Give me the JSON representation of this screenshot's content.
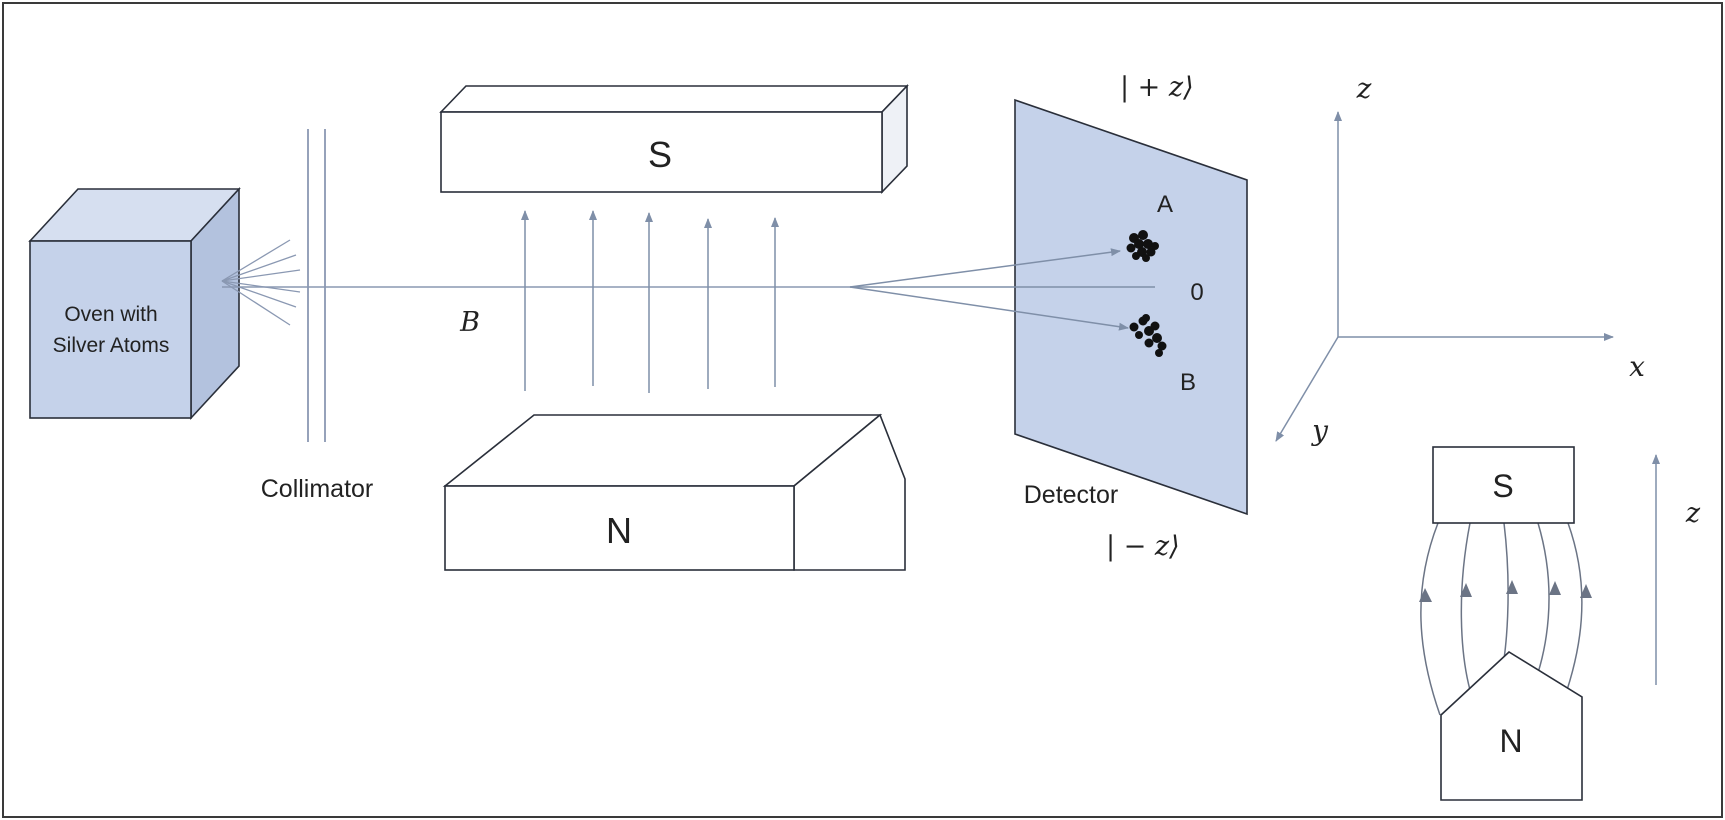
{
  "oven": {
    "label_line1": "Oven with",
    "label_line2": "Silver Atoms"
  },
  "collimator": {
    "label": "Collimator"
  },
  "magnet_main": {
    "south_label": "S",
    "north_label": "N"
  },
  "field_label": "B",
  "detector": {
    "label": "Detector",
    "spot_a": "A",
    "spot_b": "B",
    "center": "0",
    "ket_plus": "| + z⟩",
    "ket_minus": "| − z⟩"
  },
  "axes": {
    "z": "z",
    "x": "x",
    "y": "y"
  },
  "inset": {
    "south_label": "S",
    "north_label": "N",
    "axis": "z"
  },
  "colors": {
    "blue_fill": "#c5d2ea",
    "blue_stroke": "#7f8fa8",
    "outline": "#2a2f3a",
    "spot": "#111111"
  }
}
